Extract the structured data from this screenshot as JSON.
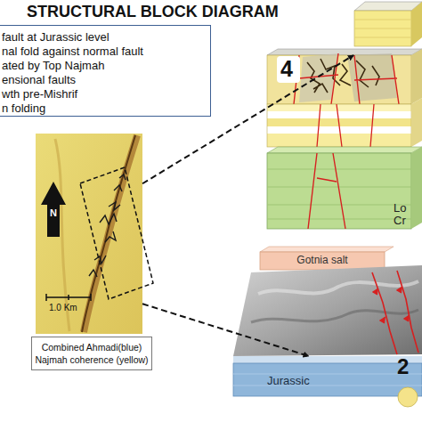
{
  "diagram": {
    "title": "STRUCTURAL BLOCK DIAGRAM",
    "nodes": [
      {
        "text": [
          "fault at Jurassic level",
          "nal fold against normal fault",
          "ated by Top Najmah",
          "ensional faults",
          "wth pre-Mishrif",
          "n folding"
        ]
      },
      {
        "text": [
          "N",
          "1.0 Km"
        ]
      },
      {
        "text": [
          "Combined Ahmadi(blue) Najmah coherence (yellow)"
        ]
      },
      {
        "text": [
          "4"
        ]
      },
      {
        "text": [
          "Lo Cr"
        ]
      },
      {
        "text": [
          "Gotnia salt"
        ]
      },
      {
        "text": [
          "Jurassic"
        ]
      }
    ],
    "edges": [
      {
        "from": 1,
        "to": 3,
        "arrow": "to"
      },
      {
        "from": 1,
        "to": 6,
        "arrow": "to"
      }
    ],
    "labels": [
      "2"
    ]
  }
}
